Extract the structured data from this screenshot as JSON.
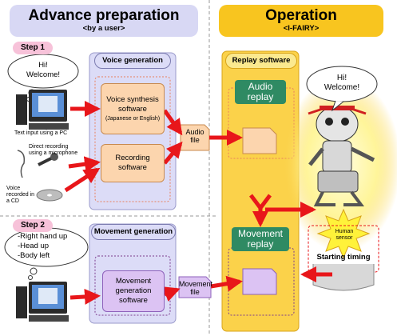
{
  "advance": {
    "title": "Advance preparation",
    "subtitle": "<by a user>",
    "step1": "Step 1",
    "step2": "Step 2",
    "bubble1": "Hi!\nWelcome!",
    "bubble2": "-Right hand up\n-Head up\n-Body left",
    "text_input_caption": "Text input using a PC",
    "mic_caption": "Direct recording\nusing a microphone",
    "cd_caption": "Voice\nrecorded in\na CD"
  },
  "voice_gen": {
    "title": "Voice generation",
    "synth_main": "Voice synthesis\nsoftware",
    "synth_sub": "(Japanese or English)",
    "recording": "Recording\nsoftware",
    "audio_file": "Audio\nfile"
  },
  "movement_gen": {
    "title": "Movement generation",
    "software": "Movement\ngeneration\nsoftware",
    "movement_file": "Movement\nfile"
  },
  "operation": {
    "title": "Operation",
    "subtitle": "<I-FAIRY>",
    "replay_software": "Replay software",
    "audio_replay": "Audio\nreplay",
    "movement_replay": "Movement\nreplay",
    "robot_bubble": "Hi!\nWelcome!",
    "human_sensor": "Human\nsensor",
    "starting_timing": "Starting timing"
  },
  "colors": {
    "left_header": "#d8d8f4",
    "right_header": "#f8c51f",
    "operation_panel": "#fbd24a",
    "arrow": "#e8161a",
    "green": "#2f8a63"
  }
}
